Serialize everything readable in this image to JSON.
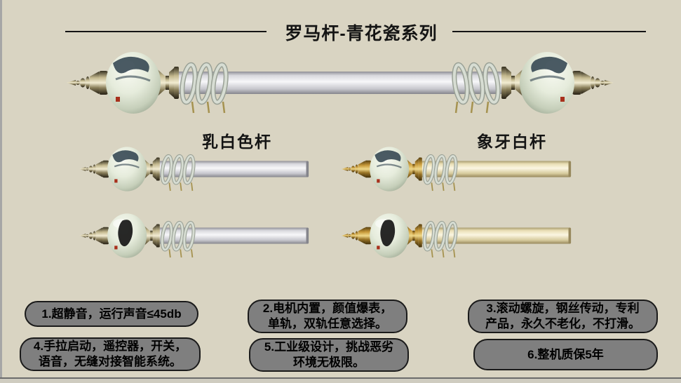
{
  "title": "罗马杆-青花瓷系列",
  "labels": {
    "left": "乳白色杆",
    "right": "象牙白杆"
  },
  "features": [
    {
      "lines": [
        "1.超静音，运行声音≤45db"
      ]
    },
    {
      "lines": [
        "2.电机内置，颜值爆表，",
        "单轨，双轨任意选择。"
      ]
    },
    {
      "lines": [
        "3.滚动螺旋，钢丝传动，专利",
        "产品，永久不老化，不打滑。"
      ]
    },
    {
      "lines": [
        "4.手拉启动，遥控器，开关，",
        "语音，无缝对接智能系统。"
      ]
    },
    {
      "lines": [
        "5.工业级设计，挑战恶劣",
        "环境无极限。"
      ]
    },
    {
      "lines": [
        "6.整机质保5年"
      ]
    }
  ],
  "colors": {
    "background": "#d9d4c2",
    "edge_strip": "#a6a6a6",
    "bottom_line": "#6b6b6b",
    "bottom_area": "#cfccc0",
    "title_text": "#141414",
    "feature_box_fill": "#7f7f7f",
    "feature_box_border": "#1a1a1a",
    "feature_text": "#000000",
    "rod_white": [
      "#8f8f96",
      "#d9d9de",
      "#f7f7f9",
      "#c6c6cc",
      "#85858c"
    ],
    "rod_ivory": [
      "#a89c6e",
      "#eadfb6",
      "#fbf6e2",
      "#d6ca9c",
      "#97885c"
    ],
    "metal_silver": [
      "#35301f",
      "#c4b98f",
      "#f2ecd2",
      "#8a7f5a",
      "#262014"
    ],
    "metal_gold": [
      "#58400f",
      "#c89a3a",
      "#f0d98a",
      "#9a7426",
      "#42300a"
    ],
    "porcelain": [
      "#f7f9f1",
      "#e6ecdc",
      "#c6cfba",
      "#99a590"
    ],
    "ring": "#d7ddd3",
    "ring_edge": "#9aa196",
    "hook": "#a5924f",
    "paint_blue": "#31434f",
    "paint_ink": "#161616",
    "seal_red": "#a8301c"
  }
}
